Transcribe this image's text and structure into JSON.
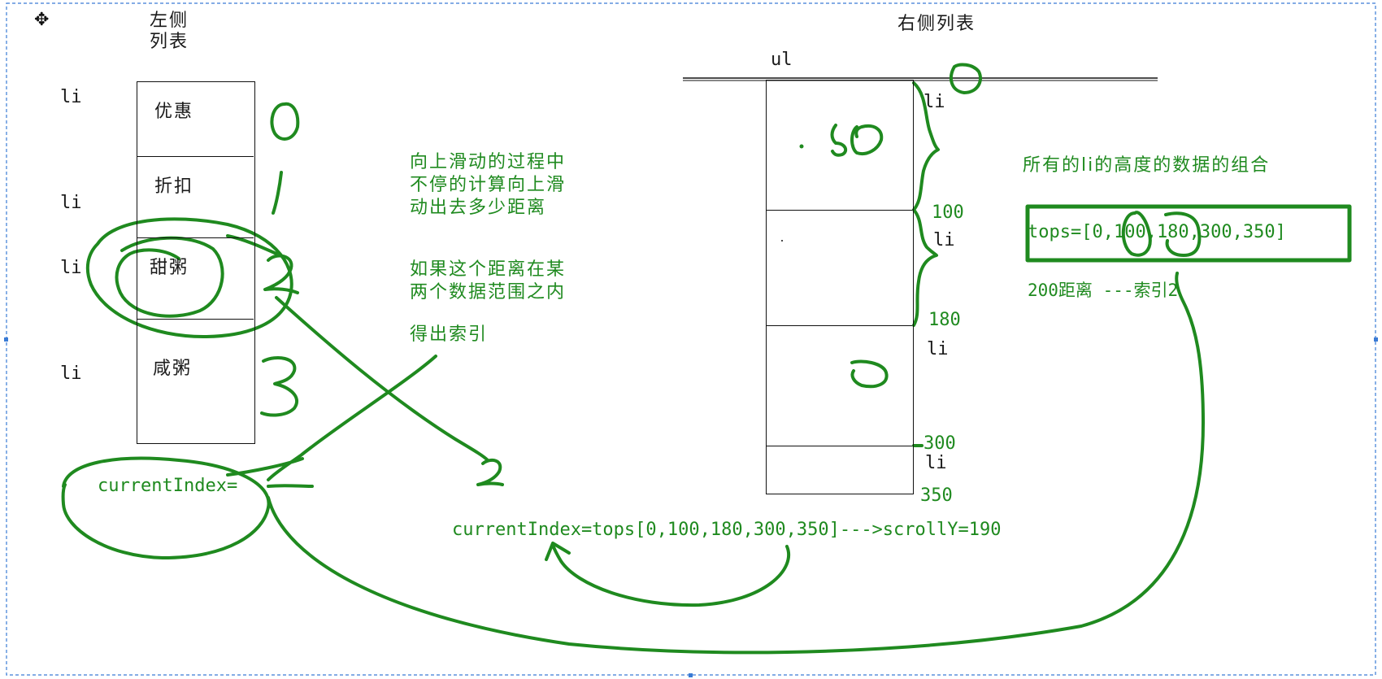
{
  "move_handle_icon": "move-arrows-icon",
  "left": {
    "title_line1": "左侧",
    "title_line2": "列表",
    "li_labels": [
      "li",
      "li",
      "li",
      "li"
    ],
    "items": [
      "优惠",
      "折扣",
      "甜粥",
      "咸粥"
    ],
    "handwritten_indexes": [
      "0",
      "1",
      "2",
      "3"
    ],
    "current_index_label": "currentIndex="
  },
  "right": {
    "title": "右侧列表",
    "ul_label": "ul",
    "li_labels": [
      "li",
      "li",
      "li",
      "li"
    ],
    "tick_values": [
      "100",
      "180",
      "300",
      "350"
    ],
    "handwritten_top": "0",
    "handwritten_50": "50",
    "handwritten_bottom": "0"
  },
  "notes": {
    "scroll_note_line1": "向上滑动的过程中",
    "scroll_note_line2": "不停的计算向上滑",
    "scroll_note_line3": "动出去多少距离",
    "range_note_line1": "如果这个距离在某",
    "range_note_line2": "两个数据范围之内",
    "result_note": "得出索引",
    "handwritten_result": "2"
  },
  "tops_panel": {
    "heading": "所有的li的高度的数据的组合",
    "tops_text": "tops=[0,100,180,300,350]",
    "example": "200距离 ---索引2"
  },
  "formula": "currentIndex=tops[0,100,180,300,350]--->scrollY=190",
  "colors": {
    "ink": "#1a1a1a",
    "pen": "#1f8a1f",
    "frame": "#3a7bd5"
  }
}
